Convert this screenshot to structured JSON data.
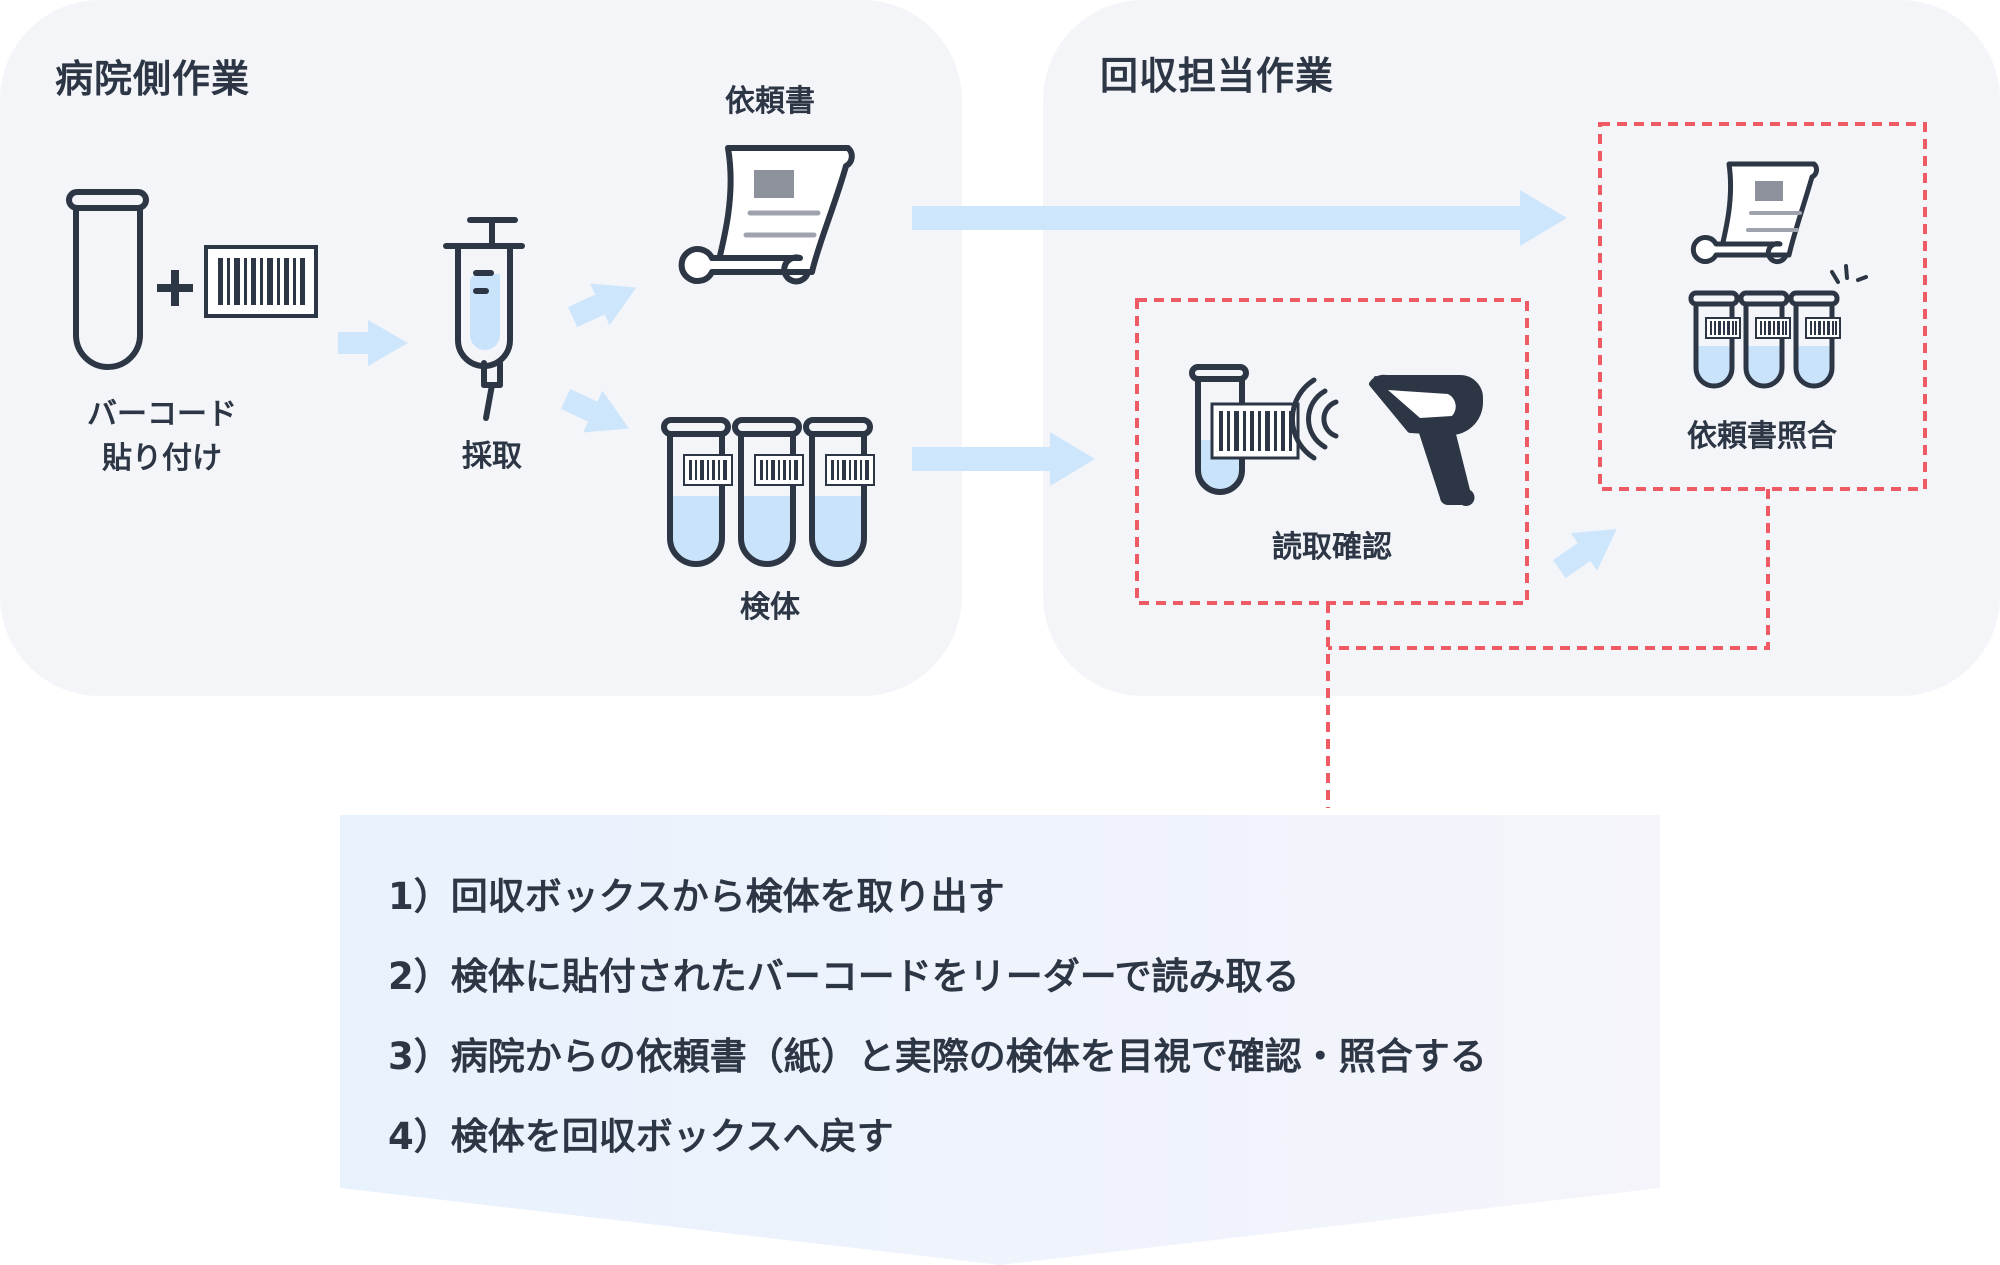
{
  "hospital_section": {
    "title": "病院側作業",
    "barcode_label_line1": "バーコード",
    "barcode_label_line2": "貼り付け",
    "collection_label": "採取",
    "request_form_label": "依頼書",
    "specimen_label": "検体"
  },
  "collector_section": {
    "title": "回収担当作業",
    "scan_check_label": "読取確認",
    "collation_label": "依頼書照合"
  },
  "steps": [
    "1）回収ボックスから検体を取り出す",
    "2）検体に貼付されたバーコードをリーダーで読み取る",
    "3）病院からの依頼書（紙）と実際の検体を目視で確認・照合する",
    "4）検体を回収ボックスへ戻す"
  ],
  "colors": {
    "panel_background": "#f4f5f9",
    "icon_stroke": "#2d3645",
    "liquid": "#c9e3fb",
    "arrow": "#cde6fc",
    "dashed_highlight": "#ef5b65",
    "steps_background_start": "#e8f2fd",
    "steps_background_end": "#f5f4fb"
  },
  "icons": [
    "test-tube-icon",
    "plus-icon",
    "barcode-icon",
    "syringe-icon",
    "request-form-icon",
    "specimen-tubes-icon",
    "barcode-scanner-icon",
    "signal-waves-icon",
    "sparkle-icon"
  ]
}
